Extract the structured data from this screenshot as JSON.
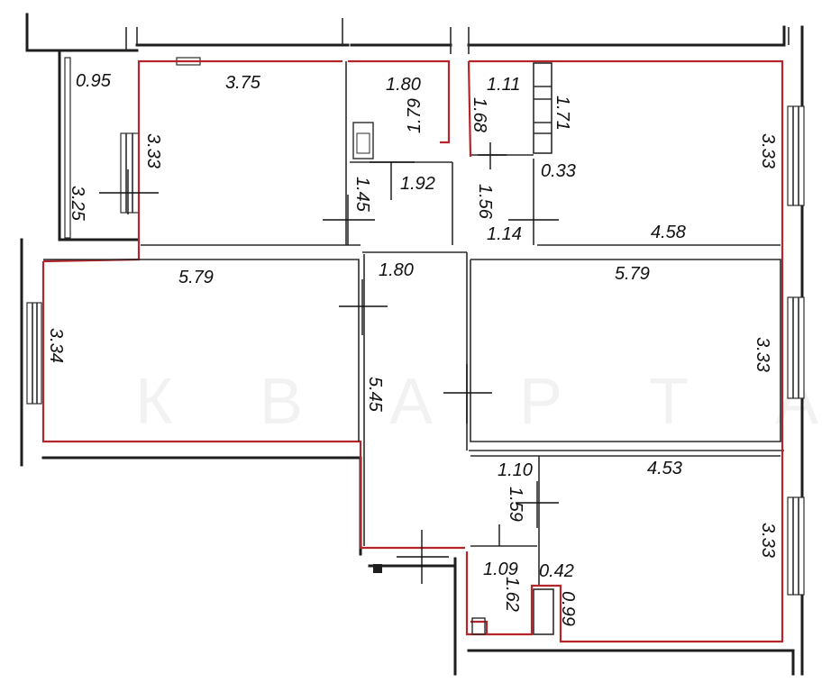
{
  "watermark": "К В А Р Т А Л",
  "colors": {
    "wall": "#1e1e1e",
    "room_outline": "#b3262b",
    "background": "#ffffff",
    "text": "#111111"
  },
  "dimensions": {
    "loggia_width": "0.95",
    "loggia_length": "3.25",
    "bedroom1_width": "3.75",
    "bedroom1_depth": "3.33",
    "bath1_width": "1.80",
    "bath1_depth": "1.79",
    "hall1_width": "1.92",
    "hall1_depth": "1.45",
    "wc1_width": "1.11",
    "wc1_depth": "1.68",
    "closet1_depth": "1.71",
    "niche_width": "0.33",
    "closet2_depth": "1.56",
    "closet2_width": "1.14",
    "bedroom2_width": "4.58",
    "bedroom2_depth": "3.33",
    "living_width": "5.79",
    "living_depth": "3.34",
    "corridor_width": "1.80",
    "corridor_length": "5.45",
    "kitchen_width": "5.79",
    "kitchen_depth": "3.33",
    "bath2_width": "1.10",
    "bath2_depth": "1.59",
    "bedroom3_width": "4.53",
    "bedroom3_depth": "3.33",
    "wc2_width": "1.09",
    "wc2_depth": "1.62",
    "shaft_width": "0.42",
    "shaft_depth": "0.99"
  }
}
